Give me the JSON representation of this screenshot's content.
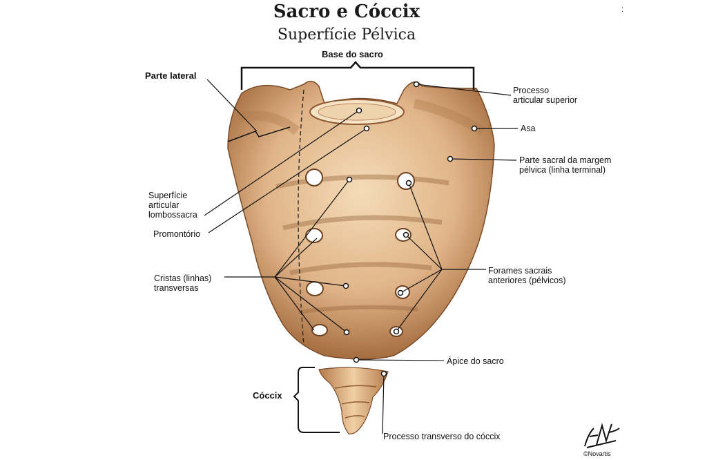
{
  "title": "Sacro e Cóccix",
  "subtitle": "Superfície Pélvica",
  "labels": {
    "base_do_sacro": "Base do sacro",
    "parte_lateral": "Parte lateral",
    "processo_articular_1": "Processo",
    "processo_articular_2": "articular superior",
    "asa": "Asa",
    "parte_sacral_1": "Parte sacral da margem",
    "parte_sacral_2": "pélvica (linha terminal)",
    "superficie_1": "Superfície",
    "superficie_2": "articular",
    "superficie_3": "lombossacra",
    "promontorio": "Promontório",
    "cristas_1": "Cristas (linhas)",
    "cristas_2": "transversas",
    "forames_1": "Forames sacrais",
    "forames_2": "anteriores (pélvicos)",
    "apice": "Ápice do sacro",
    "coccix": "Cóccix",
    "processo_transverso": "Processo transverso do cóccix"
  },
  "copyright": "©Novartis",
  "edge_mark": ":",
  "colors": {
    "bone_light": "#f3d8b2",
    "bone_mid": "#d9a877",
    "bone_dark": "#8e5a33",
    "line": "#111111"
  }
}
